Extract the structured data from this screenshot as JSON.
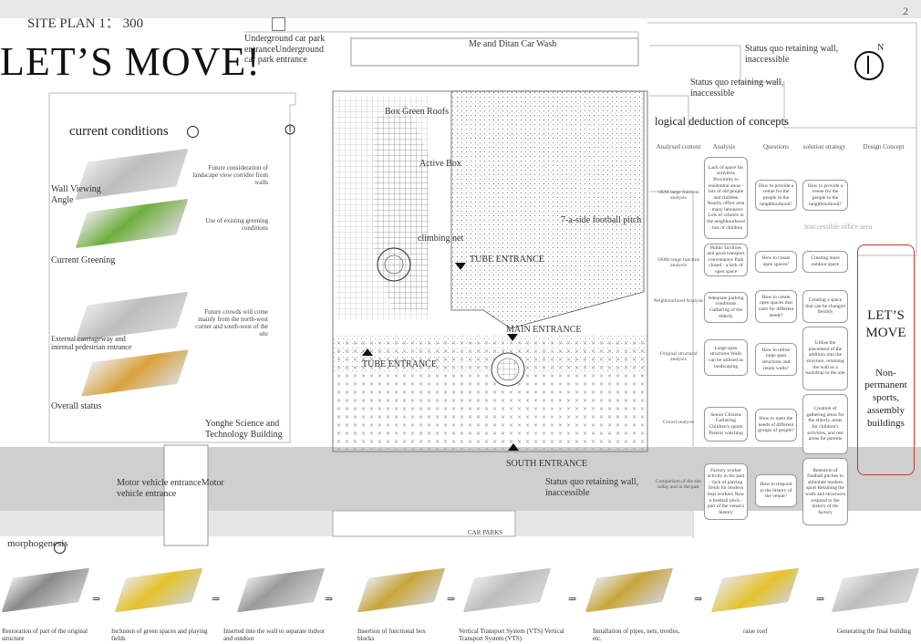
{
  "page": {
    "site_plan_title": "SITE PLAN 1： 300",
    "page_number": "2",
    "big_title": "LET’S MOVE!"
  },
  "plan_labels": {
    "underground_car_park": "Underground car park entranceUnderground car park entrance",
    "car_wash": "Me and Ditan Car Wash",
    "retaining_wall_1": "Status quo retaining wall, inaccessible",
    "retaining_wall_2": "Status quo retaining wall, inaccessible",
    "north": "N",
    "box_green_roofs": "Box Green Roofs",
    "active_box": "Active Box",
    "football_pitch": "7-a-side football pitch",
    "climbing_net": "climbing net",
    "tube_entrance_1": "TUBE ENTRANCE",
    "tube_entrance_2": "TUBE ENTRANCE",
    "main_entrance": "MAIN ENTRANCE",
    "south_entrance": "SOUTH ENTRANCE",
    "retaining_wall_south": "Status quo retaining wall, inaccessible",
    "yonghe": "Yonghe Science and Technology Building",
    "motor_vehicle": "Motor vehicle entranceMotor vehicle entrance",
    "car_parks": "CAR PARKS",
    "inaccessible_office": "inaccessible office area"
  },
  "current_conditions": {
    "title": "current conditions",
    "items": [
      {
        "label": "Wall Viewing Angle",
        "note": "Future consideration of landscape view corridor from walls"
      },
      {
        "label": "Current Greening",
        "note": "Use of existing greening conditions"
      },
      {
        "label": "External carriageway and internal pedestrian entrance",
        "note": "Future crowds will come mainly from the north-west corner and south-west of the site"
      },
      {
        "label": "Overall status",
        "note": ""
      }
    ]
  },
  "logic": {
    "title": "logical deduction of concepts",
    "columns": [
      "Analysed content",
      "Analysis",
      "Questions",
      "solution strategy",
      "Design Concept"
    ],
    "rows": [
      {
        "content": "1KM range function analysis",
        "analysis": "Lack of space for activities Proximity to residential areas - lots of old people and children Nearby office area - many labourers Lots of schools in the neighbourhood - lots of children",
        "question": "How to provide a venue for the people in the neighbourhood?",
        "strategy": "How to provide a venue for the people in the neighbourhood?"
      },
      {
        "content": "500M range function analysis",
        "analysis": "Public facilities and good transport convenience Park closed - a lack of open space",
        "question": "How to create open spaces?",
        "strategy": "Creating more outdoor space"
      },
      {
        "content": "Neighbourhood Analysis",
        "analysis": "Adequate parking conditions Gathering of the elderly",
        "question": "How to create open spaces that cater for different needs?",
        "strategy": "Creating a space that can be changed flexibly"
      },
      {
        "content": "Original structural analysis",
        "analysis": "Large-span structures Walls can be utilised as landscaping",
        "question": "How to utilise large span structures and retain walls?",
        "strategy": "Utilise the placement of the addition into the structure, retaining the wall as a backdrop to the site"
      },
      {
        "content": "Crowd analysis",
        "analysis": "Senior Citizens Gathering Children's sports Parents watching",
        "question": "How to meet the needs of different groups of people?",
        "strategy": "Creation of gathering areas for the elderly, areas for children's activities, and rest areas for parents"
      },
      {
        "content": "Comparison of the site today and in the past",
        "analysis": "Factory worker activity in the past - lack of playing fields for modern beat workers Now a football pitch - part of the venue's history",
        "question": "How to respond to the history of the venue?",
        "strategy": "Retention of football pitches to stimulate modern sport Retaining the walls and structures respond to the history of the factory"
      }
    ],
    "design_concept_title": "LET’S MOVE",
    "design_concept_sub": "Non-permanent sports, assembly buildings"
  },
  "morphogenesis": {
    "title": "morphogenesis",
    "steps": [
      "Restoration of part of the original structure",
      "Inclusion of green spaces and playing fields",
      "Inserted into the wall to separate indoor and outdoor",
      "Insertion of functional box blocks",
      "Vertical Transport System (VTS) Vertical Transport System (VTS)",
      "Installation of pipes, nets, trestles, etc.",
      "raise roof",
      "Generating the final building"
    ],
    "arrow": "⇒"
  },
  "colors": {
    "accent_red": "#c0392b",
    "highlight_yellow": "#e5c22a",
    "green": "#6fae3c"
  }
}
